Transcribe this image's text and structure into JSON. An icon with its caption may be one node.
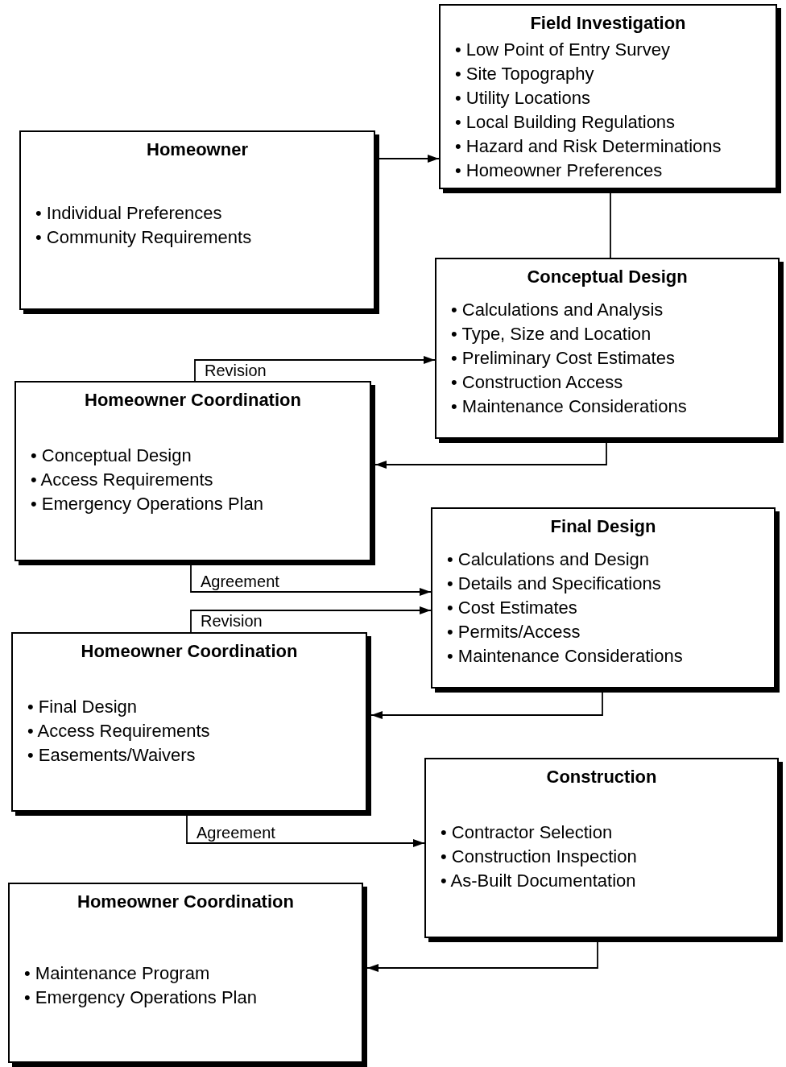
{
  "diagram": {
    "nodes": [
      {
        "text": [
          "Field Investigation",
          "• Low Point of Entry Survey",
          "• Site Topography",
          "• Utility Locations",
          "• Local Building Regulations",
          "• Hazard and Risk Determinations",
          "• Homeowner Preferences"
        ]
      },
      {
        "text": [
          "Homeowner",
          "• Individual Preferences",
          "• Community Requirements"
        ]
      },
      {
        "text": [
          "Conceptual Design",
          "• Calculations and Analysis",
          "• Type, Size and Location",
          "• Preliminary Cost Estimates",
          "• Construction Access",
          "• Maintenance Considerations"
        ]
      },
      {
        "text": [
          "Homeowner Coordination",
          "• Conceptual Design",
          "• Access Requirements",
          "• Emergency Operations Plan"
        ]
      },
      {
        "text": [
          "Final Design",
          "• Calculations and Design",
          "• Details and Specifications",
          "• Cost Estimates",
          "• Permits/Access",
          "• Maintenance Considerations"
        ]
      },
      {
        "text": [
          "Homeowner Coordination",
          "• Final Design",
          "• Access Requirements",
          "• Easements/Waivers"
        ]
      },
      {
        "text": [
          "Construction",
          "• Contractor Selection",
          "• Construction Inspection",
          "• As-Built Documentation"
        ]
      },
      {
        "text": [
          "Homeowner Coordination",
          "• Maintenance Program",
          "• Emergency Operations Plan"
        ]
      }
    ],
    "edges": [
      {
        "from": 1,
        "to": 0,
        "arrow": "to"
      },
      {
        "from": 0,
        "to": 2,
        "arrow": "none"
      },
      {
        "from": 3,
        "to": 2,
        "arrow": "to",
        "label": "Revision"
      },
      {
        "from": 2,
        "to": 3,
        "arrow": "to"
      },
      {
        "from": 3,
        "to": 4,
        "arrow": "to",
        "label": "Agreement"
      },
      {
        "from": 5,
        "to": 4,
        "arrow": "to",
        "label": "Revision"
      },
      {
        "from": 4,
        "to": 5,
        "arrow": "to"
      },
      {
        "from": 5,
        "to": 6,
        "arrow": "to",
        "label": "Agreement"
      },
      {
        "from": 6,
        "to": 7,
        "arrow": "to"
      }
    ]
  }
}
